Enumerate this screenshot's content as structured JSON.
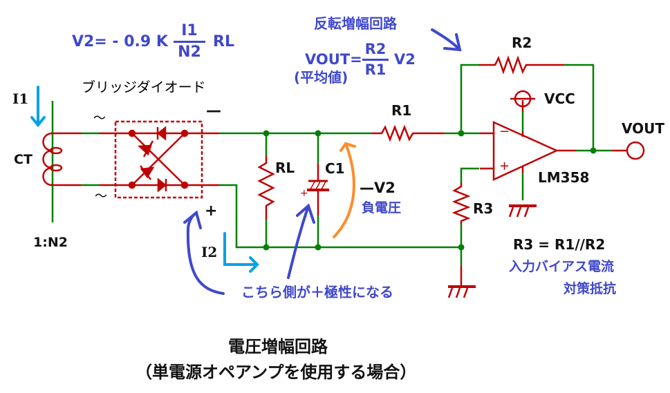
{
  "colors": {
    "wire": "#008000",
    "component": "#c00000",
    "annotation_blue": "#3f48cc",
    "current_arrow": "#00a2e8",
    "voltage_arrow": "#ff8c2a",
    "text": "#111111"
  },
  "formulas": {
    "v2": {
      "lhs": "V2= - 0.9 K",
      "numerator": "I1",
      "denominator": "N2",
      "tail": "RL"
    },
    "vout": {
      "lhs": "VOUT=",
      "numerator": "R2",
      "denominator": "R1",
      "tail": "V2",
      "note": "(平均値)"
    }
  },
  "labels": {
    "inverting_amp": "反転増幅回路",
    "bridge_diode": "ブリッジダイオード",
    "i1": "I1",
    "ct": "CT",
    "ratio": "1:N2",
    "tilde_top": "～",
    "tilde_bottom": "～",
    "bridge_minus": "—",
    "bridge_plus": "+",
    "i2": "I2",
    "rl": "RL",
    "c1": "C1",
    "c1_plus": "+",
    "neg_v2": "—V2",
    "neg_voltage": "負電圧",
    "r1": "R1",
    "r2": "R2",
    "r3": "R3",
    "vcc": "VCC",
    "vout": "VOUT",
    "opamp": "LM358",
    "opamp_minus": "−",
    "opamp_plus": "+",
    "r3_eq": "R3 = R1//R2",
    "bias_note_1": "入力バイアス電流",
    "bias_note_2": "対策抵抗",
    "polarity_note": "こちら側が＋極性になる"
  },
  "title": {
    "line1": "電圧増幅回路",
    "line2": "（単電源オペアンプを使用する場合）"
  }
}
